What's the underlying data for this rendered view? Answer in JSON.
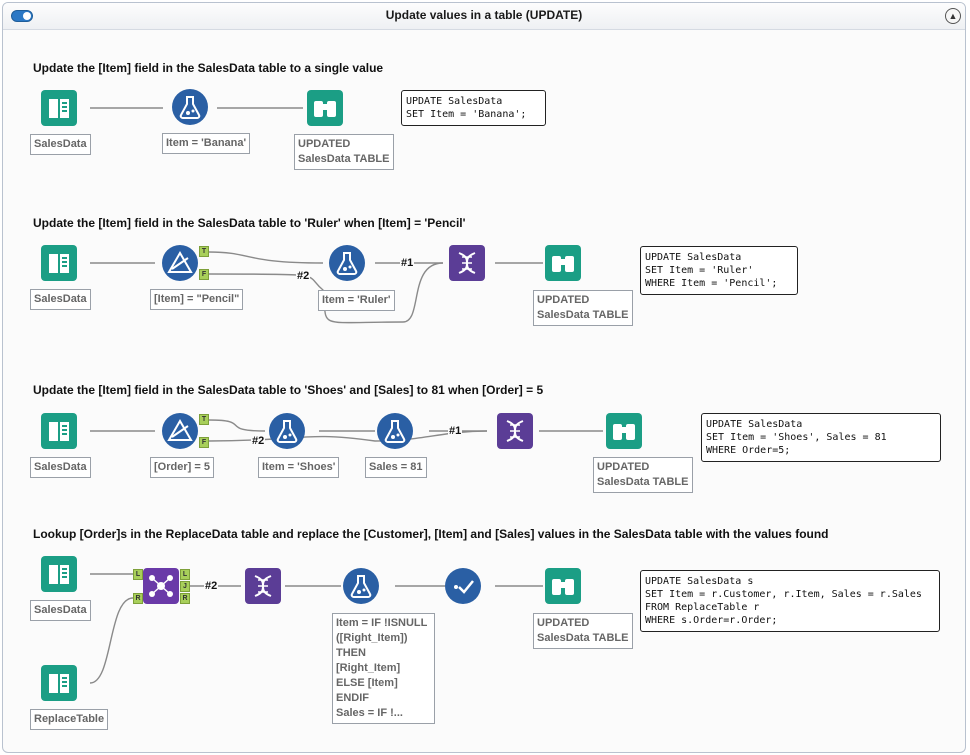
{
  "window": {
    "title": "Update values in a table (UPDATE)",
    "icons": {
      "toggle": "toggle-switch-icon",
      "collapse": "chevron-up-circle-icon"
    }
  },
  "colors": {
    "input_tool": "#1b9e85",
    "formula_tool": "#2a5fa4",
    "dynamic_tool": "#5b3d96",
    "anchor": "#a8cf5a",
    "wire": "#8a8a8a"
  },
  "sections": [
    {
      "heading": "Update the [Item] field in the SalesData table to a single value",
      "tools": {
        "input": "SalesData",
        "formula": "Item = 'Banana'",
        "output": "UPDATED\nSalesData TABLE"
      },
      "sql": "UPDATE SalesData\nSET Item = 'Banana';"
    },
    {
      "heading": "Update the [Item] field in the SalesData table to 'Ruler' when [Item] = 'Pencil'",
      "tools": {
        "input": "SalesData",
        "filter": "[Item] = \"Pencil\"",
        "formula": "Item = 'Ruler'",
        "output": "UPDATED\nSalesData TABLE"
      },
      "wire_labels": [
        "#2",
        "#1"
      ],
      "sql": "UPDATE SalesData\nSET Item = 'Ruler'\nWHERE Item = 'Pencil';"
    },
    {
      "heading": "Update the [Item] field in the SalesData table to 'Shoes' and [Sales] to 81 when [Order] = 5",
      "tools": {
        "input": "SalesData",
        "filter": "[Order] = 5",
        "formula1": "Item = 'Shoes'",
        "formula2": "Sales = 81",
        "output": "UPDATED\nSalesData TABLE"
      },
      "wire_labels": [
        "#2",
        "#1"
      ],
      "sql": "UPDATE SalesData\nSET Item = 'Shoes', Sales = 81\nWHERE Order=5;"
    },
    {
      "heading": "Lookup [Order]s in the ReplaceData table and replace the [Customer], [Item] and [Sales] values in the SalesData table with the values found",
      "tools": {
        "input": "SalesData",
        "input2": "ReplaceTable",
        "formula": "Item = IF !ISNULL\n([Right_Item])\nTHEN\n[Right_Item]\nELSE [Item]\nENDIF\nSales = IF !...",
        "output": "UPDATED\nSalesData TABLE"
      },
      "wire_labels": [
        "#2"
      ],
      "sql": "UPDATE SalesData s\nSET Item = r.Customer, r.Item, Sales = r.Sales\nFROM ReplaceTable r\nWHERE s.Order=r.Order;"
    }
  ],
  "ports": {
    "true": "T",
    "false": "F",
    "left": "L",
    "join": "J",
    "right": "R"
  }
}
